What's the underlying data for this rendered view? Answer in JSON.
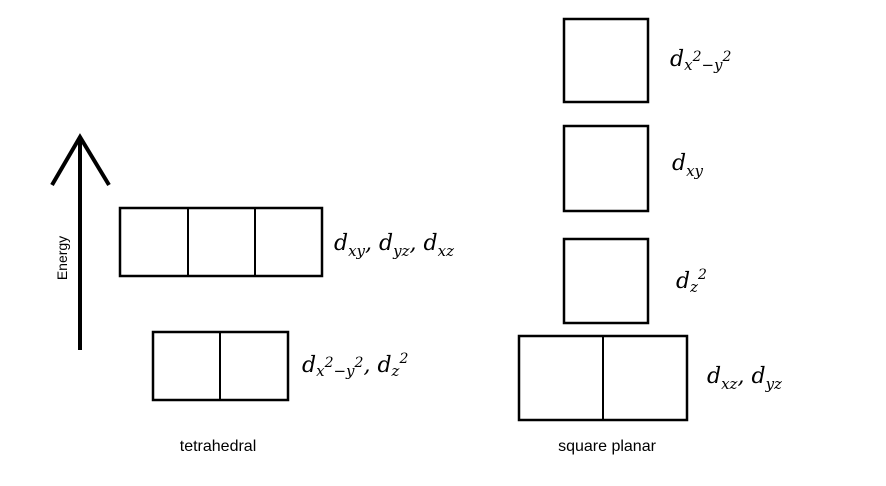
{
  "axis": {
    "label": "Energy"
  },
  "tetrahedral": {
    "caption": "tetrahedral",
    "upper_level": {
      "orbital_count": 3,
      "label": {
        "d1": "d",
        "sub1": "xy",
        "sep1": ", ",
        "d2": "d",
        "sub2": "yz",
        "sep2": ", ",
        "d3": "d",
        "sub3": "xz"
      }
    },
    "lower_level": {
      "orbital_count": 2,
      "label": {
        "d1": "d",
        "sub1_x": "x",
        "sup1_a": "2",
        "sub1_minus_y": "−y",
        "sup1_b": "2",
        "sep1": ", ",
        "d2": "d",
        "sub2": "z",
        "sup2": "2"
      }
    }
  },
  "square_planar": {
    "caption": "square planar",
    "levels": [
      {
        "orbital_count": 1,
        "label": {
          "d": "d",
          "sub_x": "x",
          "sup_a": "2",
          "sub_minus_y": "−y",
          "sup_b": "2"
        }
      },
      {
        "orbital_count": 1,
        "label": {
          "d": "d",
          "sub": "xy"
        }
      },
      {
        "orbital_count": 1,
        "label": {
          "d": "d",
          "sub": "z",
          "sup": "2"
        }
      },
      {
        "orbital_count": 2,
        "label": {
          "d1": "d",
          "sub1": "xz",
          "sep1": ", ",
          "d2": "d",
          "sub2": "yz"
        }
      }
    ]
  }
}
